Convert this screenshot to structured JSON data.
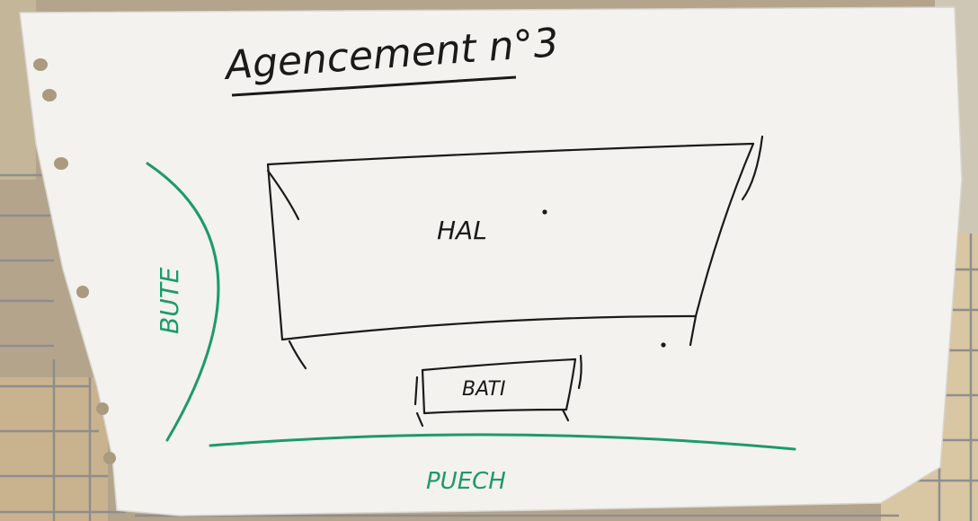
{
  "sheet": {
    "title": "Agencement n°3",
    "big_box_label": "HAL",
    "small_box_label": "BATI",
    "side_label": "BUTE",
    "bottom_label": "PUECH"
  },
  "colors": {
    "paper": "#f3f2ee",
    "ink_black": "#1a1a1a",
    "ink_green": "#1e9a6a",
    "wall": "#b7a88f",
    "wood": "#d8c4a0",
    "grid": "#8c8c8c"
  }
}
